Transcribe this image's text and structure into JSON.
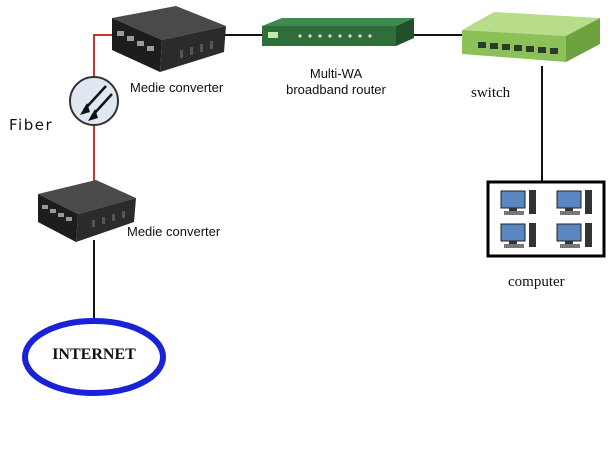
{
  "diagram": {
    "media_converter_top_label": "Medie converter",
    "media_converter_bottom_label": "Medie converter",
    "router_label_line1": "Multi-WA",
    "router_label_line2": "broadband router",
    "switch_label": "switch",
    "computer_label": "computer",
    "fiber_label": "Fiber",
    "internet_label": "INTERNET"
  },
  "colors": {
    "fiber_line": "#c0392b",
    "cable_line": "#111111",
    "internet_ring": "#1a22d8",
    "fiber_icon_fill": "#dfe7f3",
    "switch_body": "#9ccc65",
    "device_body": "#2a2a2a",
    "router_body": "#2f6e3a"
  },
  "icons": {
    "media_converter": "media-converter-icon",
    "fiber_coupler": "fiber-arrows-icon",
    "router": "router-icon",
    "switch": "network-switch-icon",
    "computers": "computer-group-icon",
    "internet": "internet-ellipse-icon"
  }
}
